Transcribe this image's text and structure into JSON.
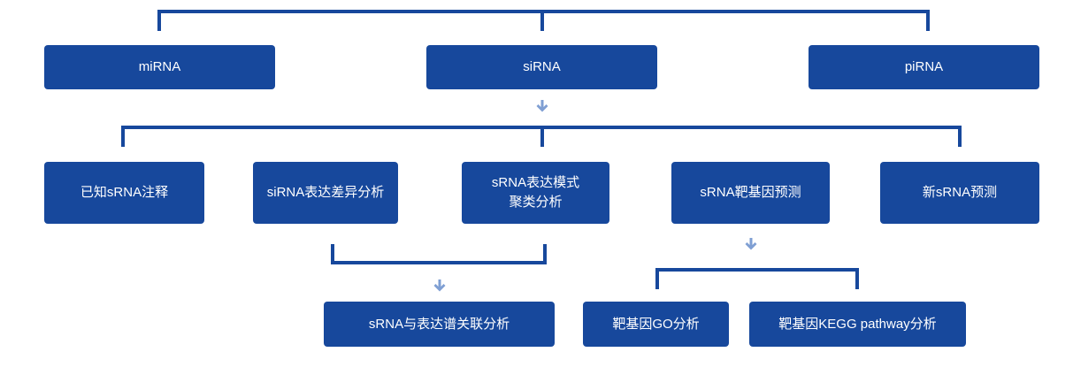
{
  "diagram": {
    "type": "flowchart",
    "colors": {
      "node_fill": "#17489c",
      "node_text": "#ffffff",
      "connector": "#17489c",
      "arrow": "#7f9fd3"
    },
    "row1": [
      {
        "id": "mirna",
        "label": "miRNA"
      },
      {
        "id": "sirna",
        "label": "siRNA"
      },
      {
        "id": "pirna",
        "label": "piRNA"
      }
    ],
    "row2": [
      {
        "id": "known",
        "label": "已知sRNA注释"
      },
      {
        "id": "diff",
        "label": "siRNA表达差异分析"
      },
      {
        "id": "cluster",
        "label": "sRNA表达模式\n聚类分析"
      },
      {
        "id": "target",
        "label": "sRNA靶基因预测"
      },
      {
        "id": "novel",
        "label": "新sRNA预测"
      }
    ],
    "row3": [
      {
        "id": "corr",
        "label": "sRNA与表达谱关联分析"
      },
      {
        "id": "go",
        "label": "靶基因GO分析"
      },
      {
        "id": "kegg",
        "label": "靶基因KEGG pathway分析"
      }
    ],
    "edges": [
      {
        "from": [
          "mirna",
          "sirna",
          "pirna"
        ],
        "to": "group-top",
        "kind": "bracket"
      },
      {
        "from": "sirna",
        "to": [
          "known",
          "diff",
          "cluster",
          "target",
          "novel"
        ],
        "kind": "arrow-bracket"
      },
      {
        "from": [
          "diff",
          "cluster"
        ],
        "to": "corr",
        "kind": "bracket-arrow"
      },
      {
        "from": "target",
        "to": [
          "go",
          "kegg"
        ],
        "kind": "arrow-bracket"
      }
    ]
  }
}
